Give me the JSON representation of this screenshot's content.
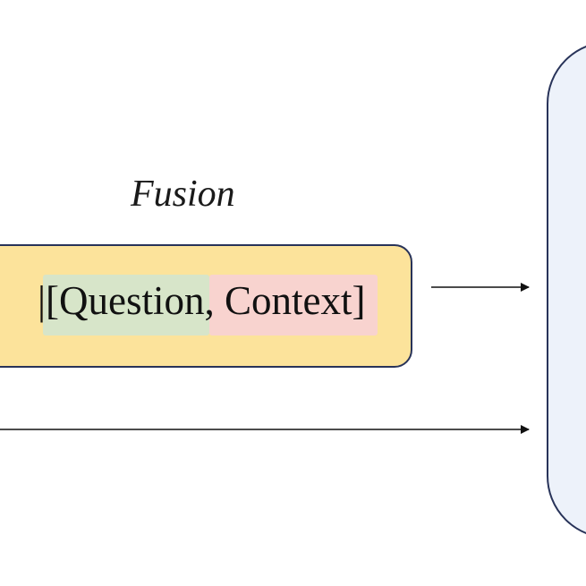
{
  "diagram": {
    "fusion_label": "Fusion",
    "fusion_box": {
      "text": "|[Question, Context]",
      "fill": "#fce39b",
      "border": "#283359",
      "question_highlight": "#d7e5c9",
      "context_highlight": "#f8d3cf"
    },
    "right_panel": {
      "fill": "#edf2fa",
      "border": "#283359"
    },
    "arrows": [
      {
        "name": "arrow-fusion-to-panel",
        "direction": "right"
      },
      {
        "name": "arrow-bottom-to-panel",
        "direction": "right"
      }
    ],
    "arrow_color": "#111111"
  }
}
